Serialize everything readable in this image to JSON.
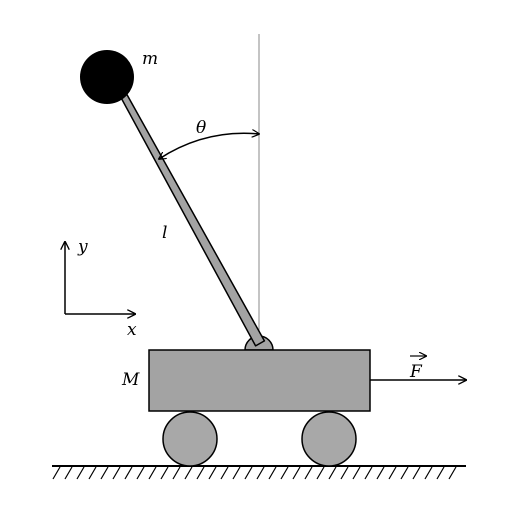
{
  "diagram": {
    "labels": {
      "bob_mass": "m",
      "angle": "θ",
      "pole_length": "l",
      "cart_mass": "M",
      "force": "F",
      "axis_x": "x",
      "axis_y": "y"
    },
    "colors": {
      "cart_fill": "#a3a3a3",
      "pole_fill": "#a3a3a3",
      "wheel_fill": "#a8a8a8",
      "bob_fill": "#000000",
      "stroke": "#000000",
      "vertical_reference": "#888888"
    }
  }
}
